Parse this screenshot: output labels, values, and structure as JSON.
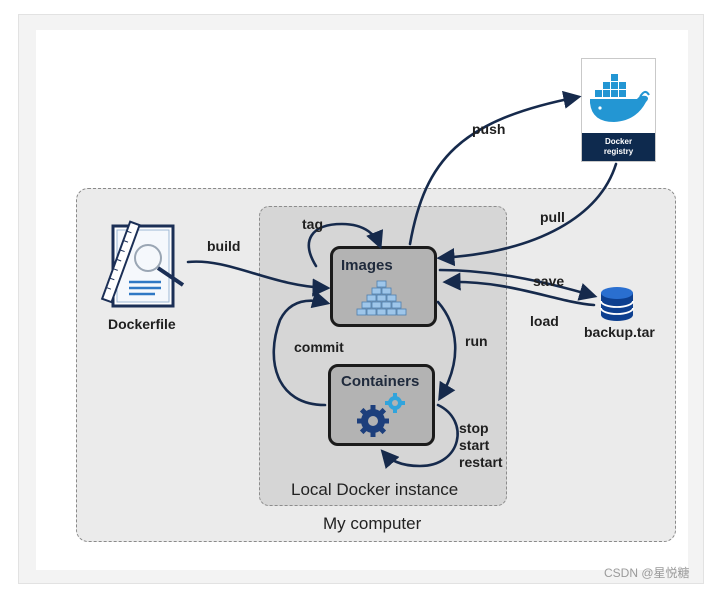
{
  "nodes": {
    "images": "Images",
    "containers": "Containers",
    "dockerfile": "Dockerfile",
    "backup": "backup.tar",
    "registry_line1": "Docker",
    "registry_line2": "registry"
  },
  "regions": {
    "local_docker": "Local Docker instance",
    "my_computer": "My computer"
  },
  "edges": {
    "build": "build",
    "tag": "tag",
    "push": "push",
    "pull": "pull",
    "save": "save",
    "load": "load",
    "run": "run",
    "commit": "commit",
    "stop": "stop",
    "start": "start",
    "restart": "restart"
  },
  "colors": {
    "arrow": "#162a4c",
    "box_fill": "#b3b3b3",
    "registry_band": "#0e2a4e",
    "cube": "#9ec6ea",
    "gear_dark": "#1d3f7c",
    "gear_light": "#31a4dc"
  },
  "icons": [
    "dockerfile-icon",
    "images-stack-icon",
    "gears-icon",
    "database-icon",
    "docker-whale-icon"
  ],
  "watermark": "CSDN @星悦糖"
}
